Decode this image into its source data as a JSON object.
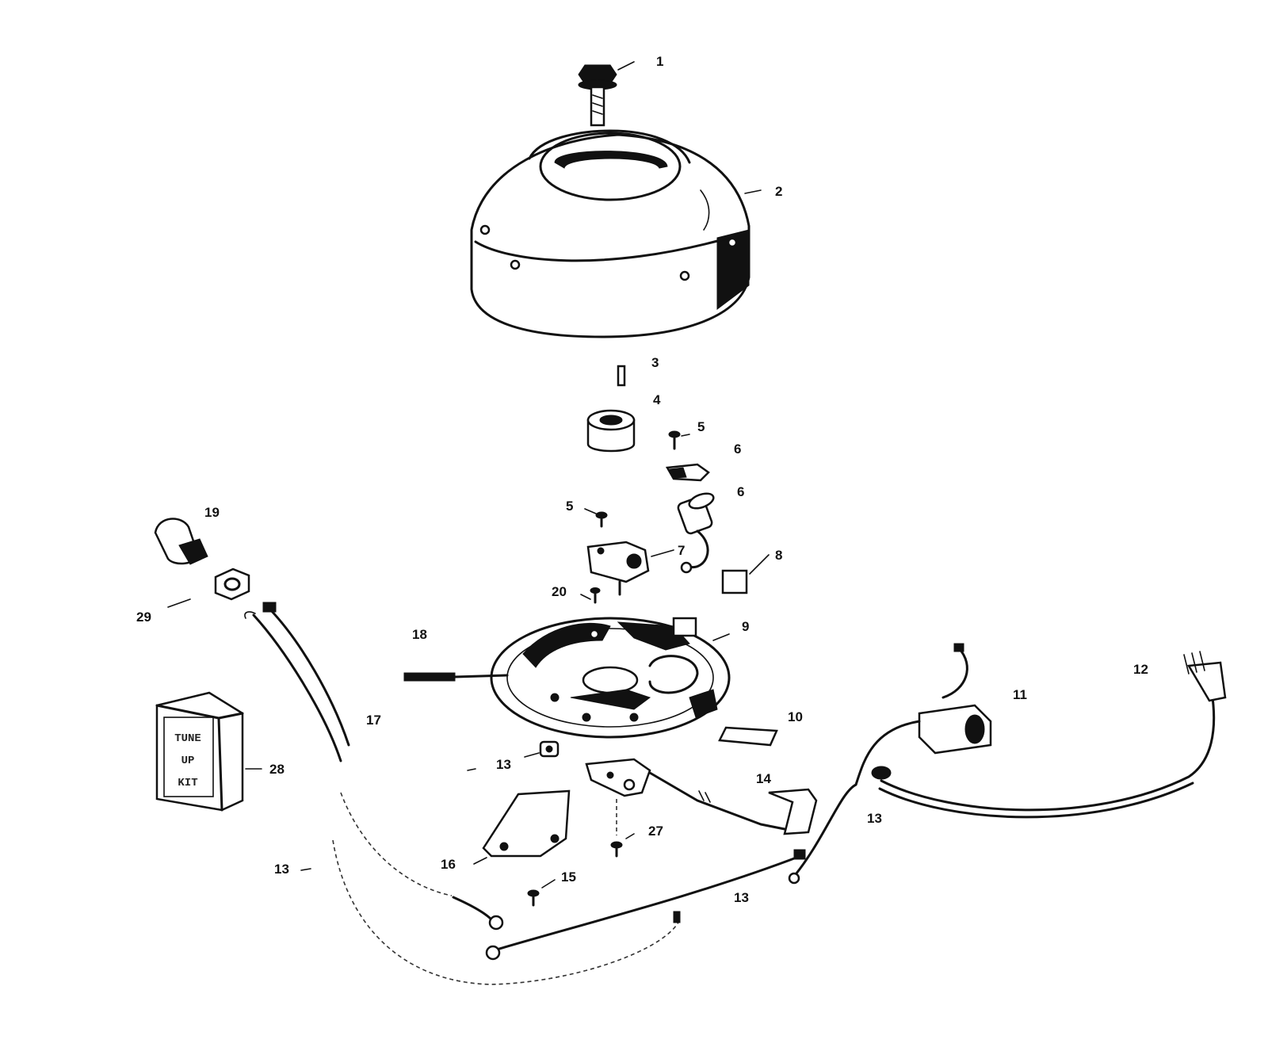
{
  "callouts": [
    {
      "id": "1",
      "text": "1"
    },
    {
      "id": "2",
      "text": "2"
    },
    {
      "id": "3",
      "text": "3"
    },
    {
      "id": "4",
      "text": "4"
    },
    {
      "id": "5a",
      "text": "5"
    },
    {
      "id": "6a",
      "text": "6"
    },
    {
      "id": "6b",
      "text": "6"
    },
    {
      "id": "5b",
      "text": "5"
    },
    {
      "id": "7",
      "text": "7"
    },
    {
      "id": "8",
      "text": "8"
    },
    {
      "id": "19",
      "text": "19"
    },
    {
      "id": "29",
      "text": "29"
    },
    {
      "id": "20",
      "text": "20"
    },
    {
      "id": "9",
      "text": "9"
    },
    {
      "id": "18",
      "text": "18"
    },
    {
      "id": "17",
      "text": "17"
    },
    {
      "id": "12",
      "text": "12"
    },
    {
      "id": "11",
      "text": "11"
    },
    {
      "id": "10",
      "text": "10"
    },
    {
      "id": "13a",
      "text": "13"
    },
    {
      "id": "28",
      "text": "28"
    },
    {
      "id": "14",
      "text": "14"
    },
    {
      "id": "13b",
      "text": "13"
    },
    {
      "id": "27",
      "text": "27"
    },
    {
      "id": "16",
      "text": "16"
    },
    {
      "id": "15",
      "text": "15"
    },
    {
      "id": "13c",
      "text": "13"
    },
    {
      "id": "13d",
      "text": "13"
    }
  ],
  "kit_label": {
    "line1": "TUNE",
    "line2": "UP",
    "line3": "KIT"
  }
}
